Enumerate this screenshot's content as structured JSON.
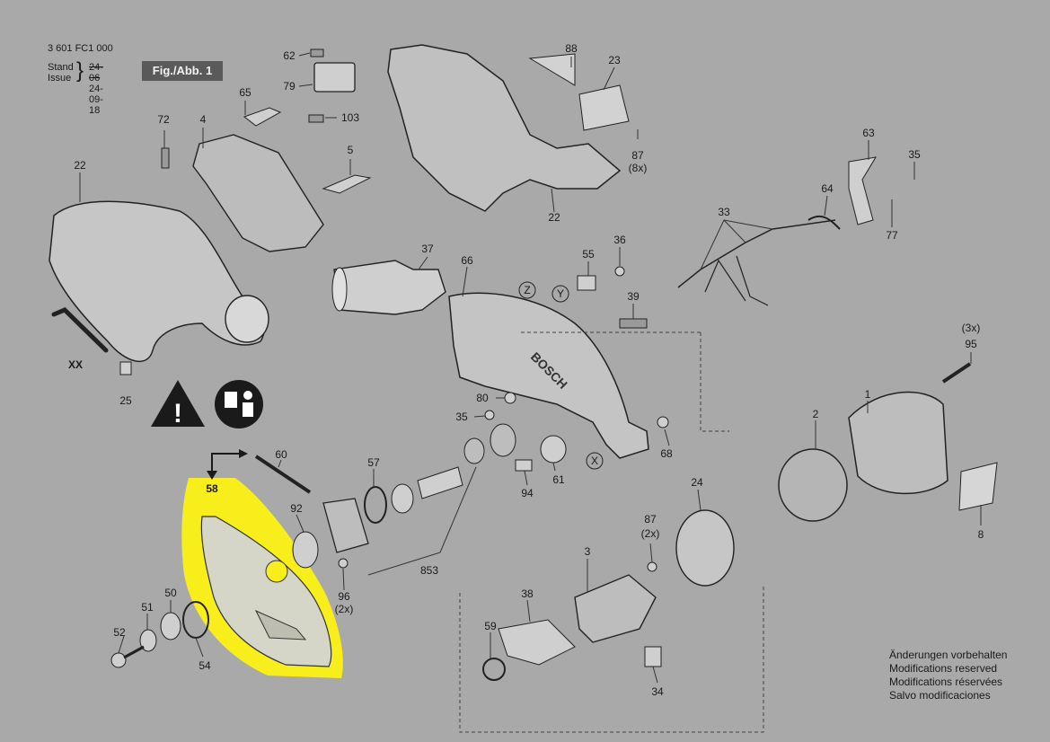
{
  "header": {
    "doc_number": "3 601 FC1 000",
    "stand_label": "Stand",
    "issue_label": "Issue",
    "stand_value": "24-06",
    "issue_value": "24-09-18",
    "figure_label": "Fig./Abb. 1"
  },
  "brand_on_housing": "BOSCH",
  "notice": [
    "Änderungen vorbehalten",
    "Modifications reserved",
    "Modifications réservées",
    "Salvo modificaciones"
  ],
  "highlight_color": "#f7ee1c",
  "parts": {
    "p1": "1",
    "p3": "3",
    "p4": "4",
    "p5": "5",
    "p8": "8",
    "p22a": "22",
    "p22b": "22",
    "p23": "23",
    "p24": "24",
    "p25": "25",
    "p33": "33",
    "p34": "34",
    "p35a": "35",
    "p35b": "35",
    "p36": "36",
    "p37": "37",
    "p38": "38",
    "p39": "39",
    "p50": "50",
    "p51": "51",
    "p52": "52",
    "p54": "54",
    "p55": "55",
    "p57": "57",
    "p58": "58",
    "p59": "59",
    "p60": "60",
    "p61": "61",
    "p62": "62",
    "p63": "63",
    "p64": "64",
    "p65": "65",
    "p66": "66",
    "p68": "68",
    "p72": "72",
    "p77": "77",
    "p79": "79",
    "p80": "80",
    "p853": "853",
    "p87a": "87",
    "p87a_qty": "(8x)",
    "p87b": "87",
    "p87b_qty": "(2x)",
    "p88": "88",
    "p92": "92",
    "p94": "94",
    "p95": "95",
    "p95_qty": "(3x)",
    "p96": "96",
    "p96_qty": "(2x)",
    "p103": "103",
    "pxx": "XX",
    "axis_x": "X",
    "axis_y": "Y",
    "axis_z": "Z"
  },
  "warning_symbol": "!"
}
